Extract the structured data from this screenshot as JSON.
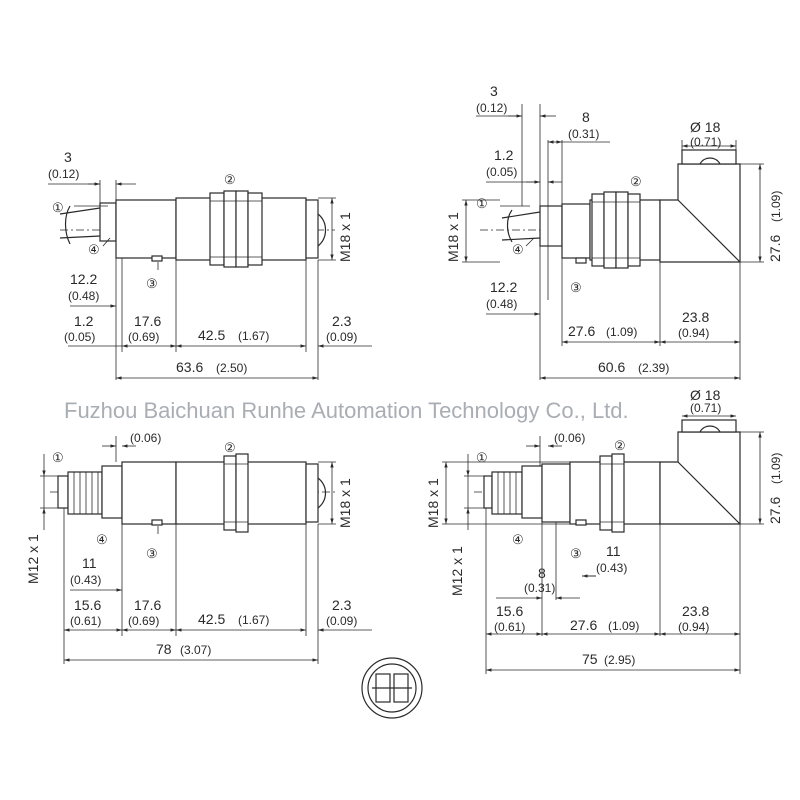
{
  "watermark": "Fuzhou Baichuan Runhe Automation Technology Co., Ltd.",
  "callouts": {
    "c1": "①",
    "c2": "②",
    "c3": "③",
    "c4": "④"
  },
  "tl": {
    "d3": "3",
    "d3i": "(0.12)",
    "d122": "12.2",
    "d122i": "(0.48)",
    "d12": "1.2",
    "d12i": "(0.05)",
    "d176": "17.6",
    "d176i": "(0.69)",
    "d425": "42.5",
    "d425i": "(1.67)",
    "d23": "2.3",
    "d23i": "(0.09)",
    "d636": "63.6",
    "d636i": "(2.50)",
    "thread": "M18 x 1"
  },
  "tr": {
    "d3": "3",
    "d3i": "(0.12)",
    "d8": "8",
    "d8i": "(0.31)",
    "d12": "1.2",
    "d12i": "(0.05)",
    "dia": "Ø 18",
    "diai": "(0.71)",
    "d276v": "27.6",
    "d276vi": "(1.09)",
    "d122": "12.2",
    "d122i": "(0.48)",
    "d276": "27.6",
    "d276i": "(1.09)",
    "d238": "23.8",
    "d238i": "(0.94)",
    "d606": "60.6",
    "d606i": "(2.39)",
    "thread": "M18 x 1"
  },
  "bl": {
    "d006i": "(0.06)",
    "d11": "11",
    "d11i": "(0.43)",
    "d156": "15.6",
    "d156i": "(0.61)",
    "d176": "17.6",
    "d176i": "(0.69)",
    "d425": "42.5",
    "d425i": "(1.67)",
    "d23": "2.3",
    "d23i": "(0.09)",
    "d78": "78",
    "d78i": "(3.07)",
    "thread": "M18 x 1",
    "thread12": "M12 x 1"
  },
  "br": {
    "d006i": "(0.06)",
    "dia": "Ø 18",
    "diai": "(0.71)",
    "d276v": "27.6",
    "d276vi": "(1.09)",
    "d11": "11",
    "d11i": "(0.43)",
    "d8": "8",
    "d8i": "(0.31)",
    "d156": "15.6",
    "d156i": "(0.61)",
    "d276": "27.6",
    "d276i": "(1.09)",
    "d238": "23.8",
    "d238i": "(0.94)",
    "d75": "75",
    "d75i": "(2.95)",
    "thread": "M18 x 1",
    "thread12": "M12 x 1"
  }
}
